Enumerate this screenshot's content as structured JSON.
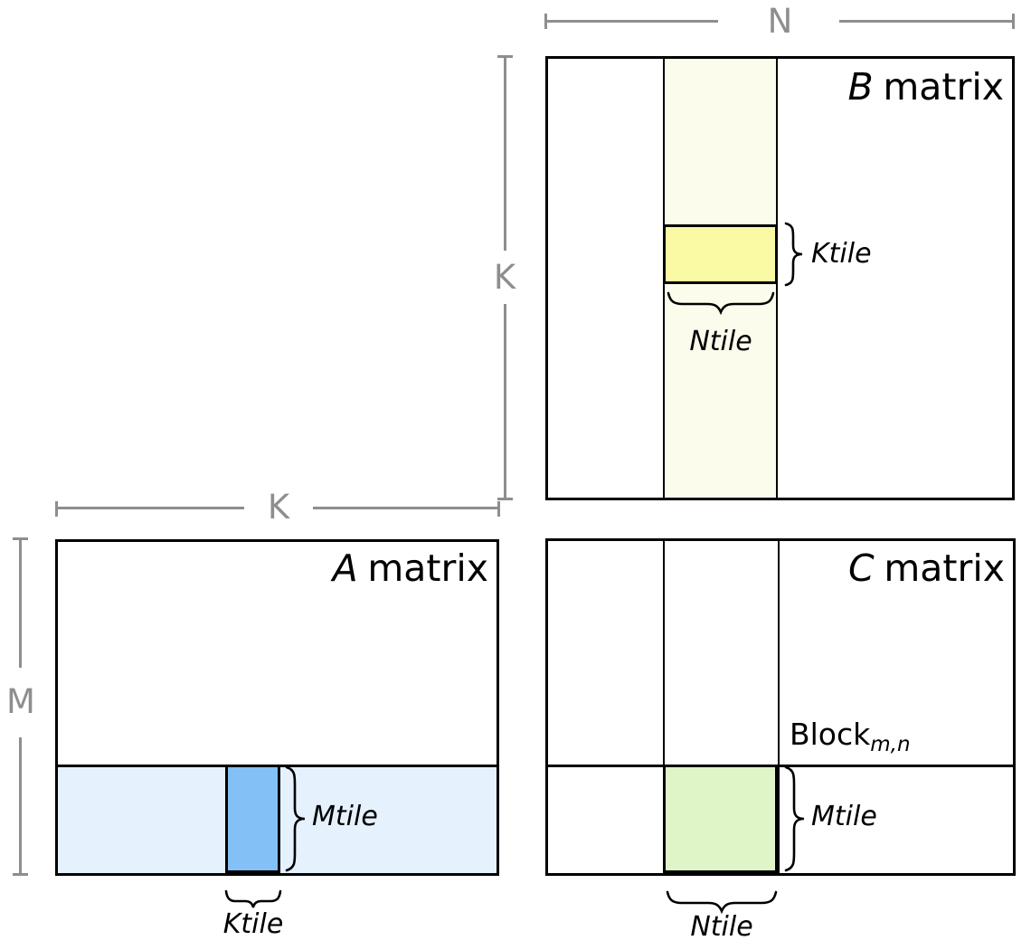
{
  "b_matrix": {
    "title_em": "B",
    "title_rest": "matrix",
    "ktile_label": "Ktile",
    "ntile_label": "Ntile"
  },
  "a_matrix": {
    "title_em": "A",
    "title_rest": "matrix",
    "mtile_label": "Mtile",
    "ktile_label": "Ktile"
  },
  "c_matrix": {
    "title_em": "C",
    "title_rest": "matrix",
    "block_label": "Block",
    "block_subscript": "m,n",
    "mtile_label": "Mtile",
    "ntile_label": "Ntile"
  },
  "dimensions": {
    "n_top": "N",
    "k_left_of_b": "K",
    "k_top_of_a": "K",
    "m_left_of_a": "M"
  },
  "colors": {
    "strip_ivory": "#FCFCEC",
    "tile_yellow": "#FAF9A4",
    "strip_blue": "#E5F1FC",
    "tile_blue": "#82C0F6",
    "tile_green": "#DFF5C8",
    "dim_gray": "#8E8E8E",
    "line_black": "#000000"
  }
}
